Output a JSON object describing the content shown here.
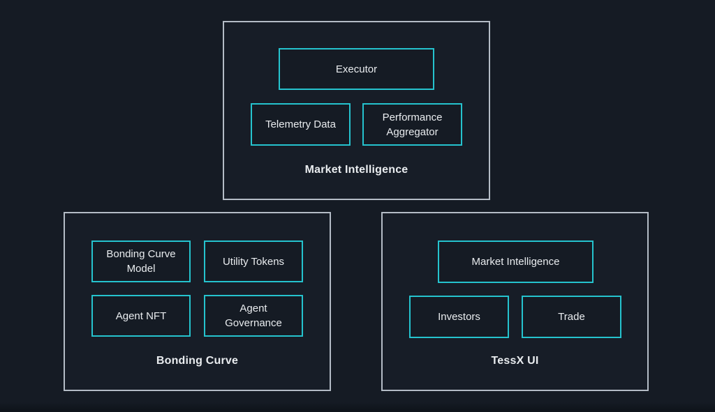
{
  "colors": {
    "background": "#151b24",
    "node_border": "#25c3ce",
    "group_border": "#b4bcc6",
    "text": "#e9ecef"
  },
  "groups": [
    {
      "id": "market-intelligence",
      "label": "Market Intelligence",
      "nodes": [
        {
          "id": "executor",
          "label": "Executor"
        },
        {
          "id": "telemetry-data",
          "label": "Telemetry Data"
        },
        {
          "id": "performance-aggregator",
          "label": "Performance Aggregator"
        }
      ]
    },
    {
      "id": "bonding-curve",
      "label": "Bonding Curve",
      "nodes": [
        {
          "id": "bonding-curve-model",
          "label": "Bonding Curve Model"
        },
        {
          "id": "utility-tokens",
          "label": "Utility Tokens"
        },
        {
          "id": "agent-nft",
          "label": "Agent NFT"
        },
        {
          "id": "agent-governance",
          "label": "Agent Governance"
        }
      ]
    },
    {
      "id": "tessx-ui",
      "label": "TessX UI",
      "nodes": [
        {
          "id": "market-intelligence-node",
          "label": "Market Intelligence"
        },
        {
          "id": "investors",
          "label": "Investors"
        },
        {
          "id": "trade",
          "label": "Trade"
        }
      ]
    }
  ]
}
